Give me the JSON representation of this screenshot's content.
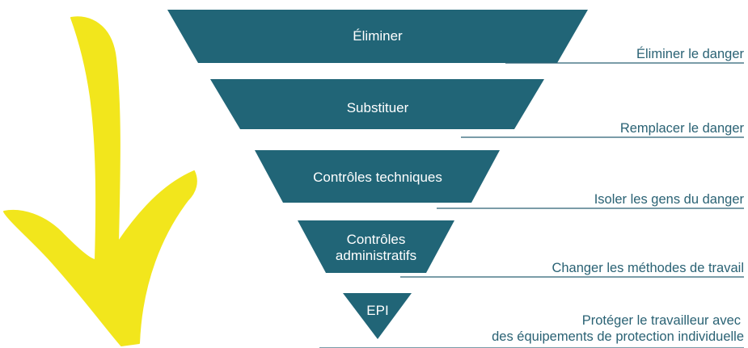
{
  "colors": {
    "tier_fill": "#216577",
    "label_text": "#ffffff",
    "description_text": "#2a6274",
    "arrow_fill": "#f2e61c"
  },
  "arrow": {
    "icon": "down-arrow-brush-stroke-icon"
  },
  "tiers": [
    {
      "label": "Éliminer",
      "description": "Éliminer le danger"
    },
    {
      "label": "Substituer",
      "description": "Remplacer le danger"
    },
    {
      "label": "Contrôles techniques",
      "description": "Isoler les gens du danger"
    },
    {
      "label_line1": "Contrôles",
      "label_line2": "administratifs",
      "description": "Changer les méthodes de travail"
    },
    {
      "label": "EPI",
      "description_line1": "Protéger le travailleur avec",
      "description_line2": "des équipements de protection individuelle"
    }
  ]
}
